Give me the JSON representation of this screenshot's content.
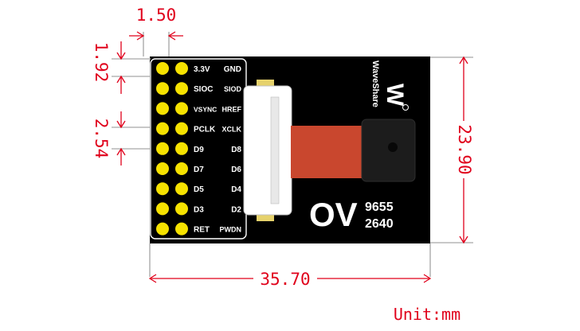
{
  "dimensions": {
    "pin_width": "1.50",
    "pin_height": "1.92",
    "pin_pitch": "2.54",
    "board_height": "23.90",
    "board_width": "35.70"
  },
  "unit_label": "Unit:mm",
  "brand": {
    "name": "WaveShare",
    "mark": "W"
  },
  "chip": {
    "prefix": "OV",
    "model_a": "9655",
    "model_b": "2640"
  },
  "pins": [
    [
      "3.3V",
      "GND"
    ],
    [
      "SIOC",
      "SIOD"
    ],
    [
      "VSYNC",
      "HREF"
    ],
    [
      "PCLK",
      "XCLK"
    ],
    [
      "D9",
      "D8"
    ],
    [
      "D7",
      "D6"
    ],
    [
      "D5",
      "D4"
    ],
    [
      "D3",
      "D2"
    ],
    [
      "RET",
      "PWDN"
    ]
  ],
  "colors": {
    "dimension": "#e0001b",
    "board": "#000000",
    "header_pin": "#f6e200",
    "flex_cable": "#c9472e",
    "lens": "#1a1a1a"
  }
}
